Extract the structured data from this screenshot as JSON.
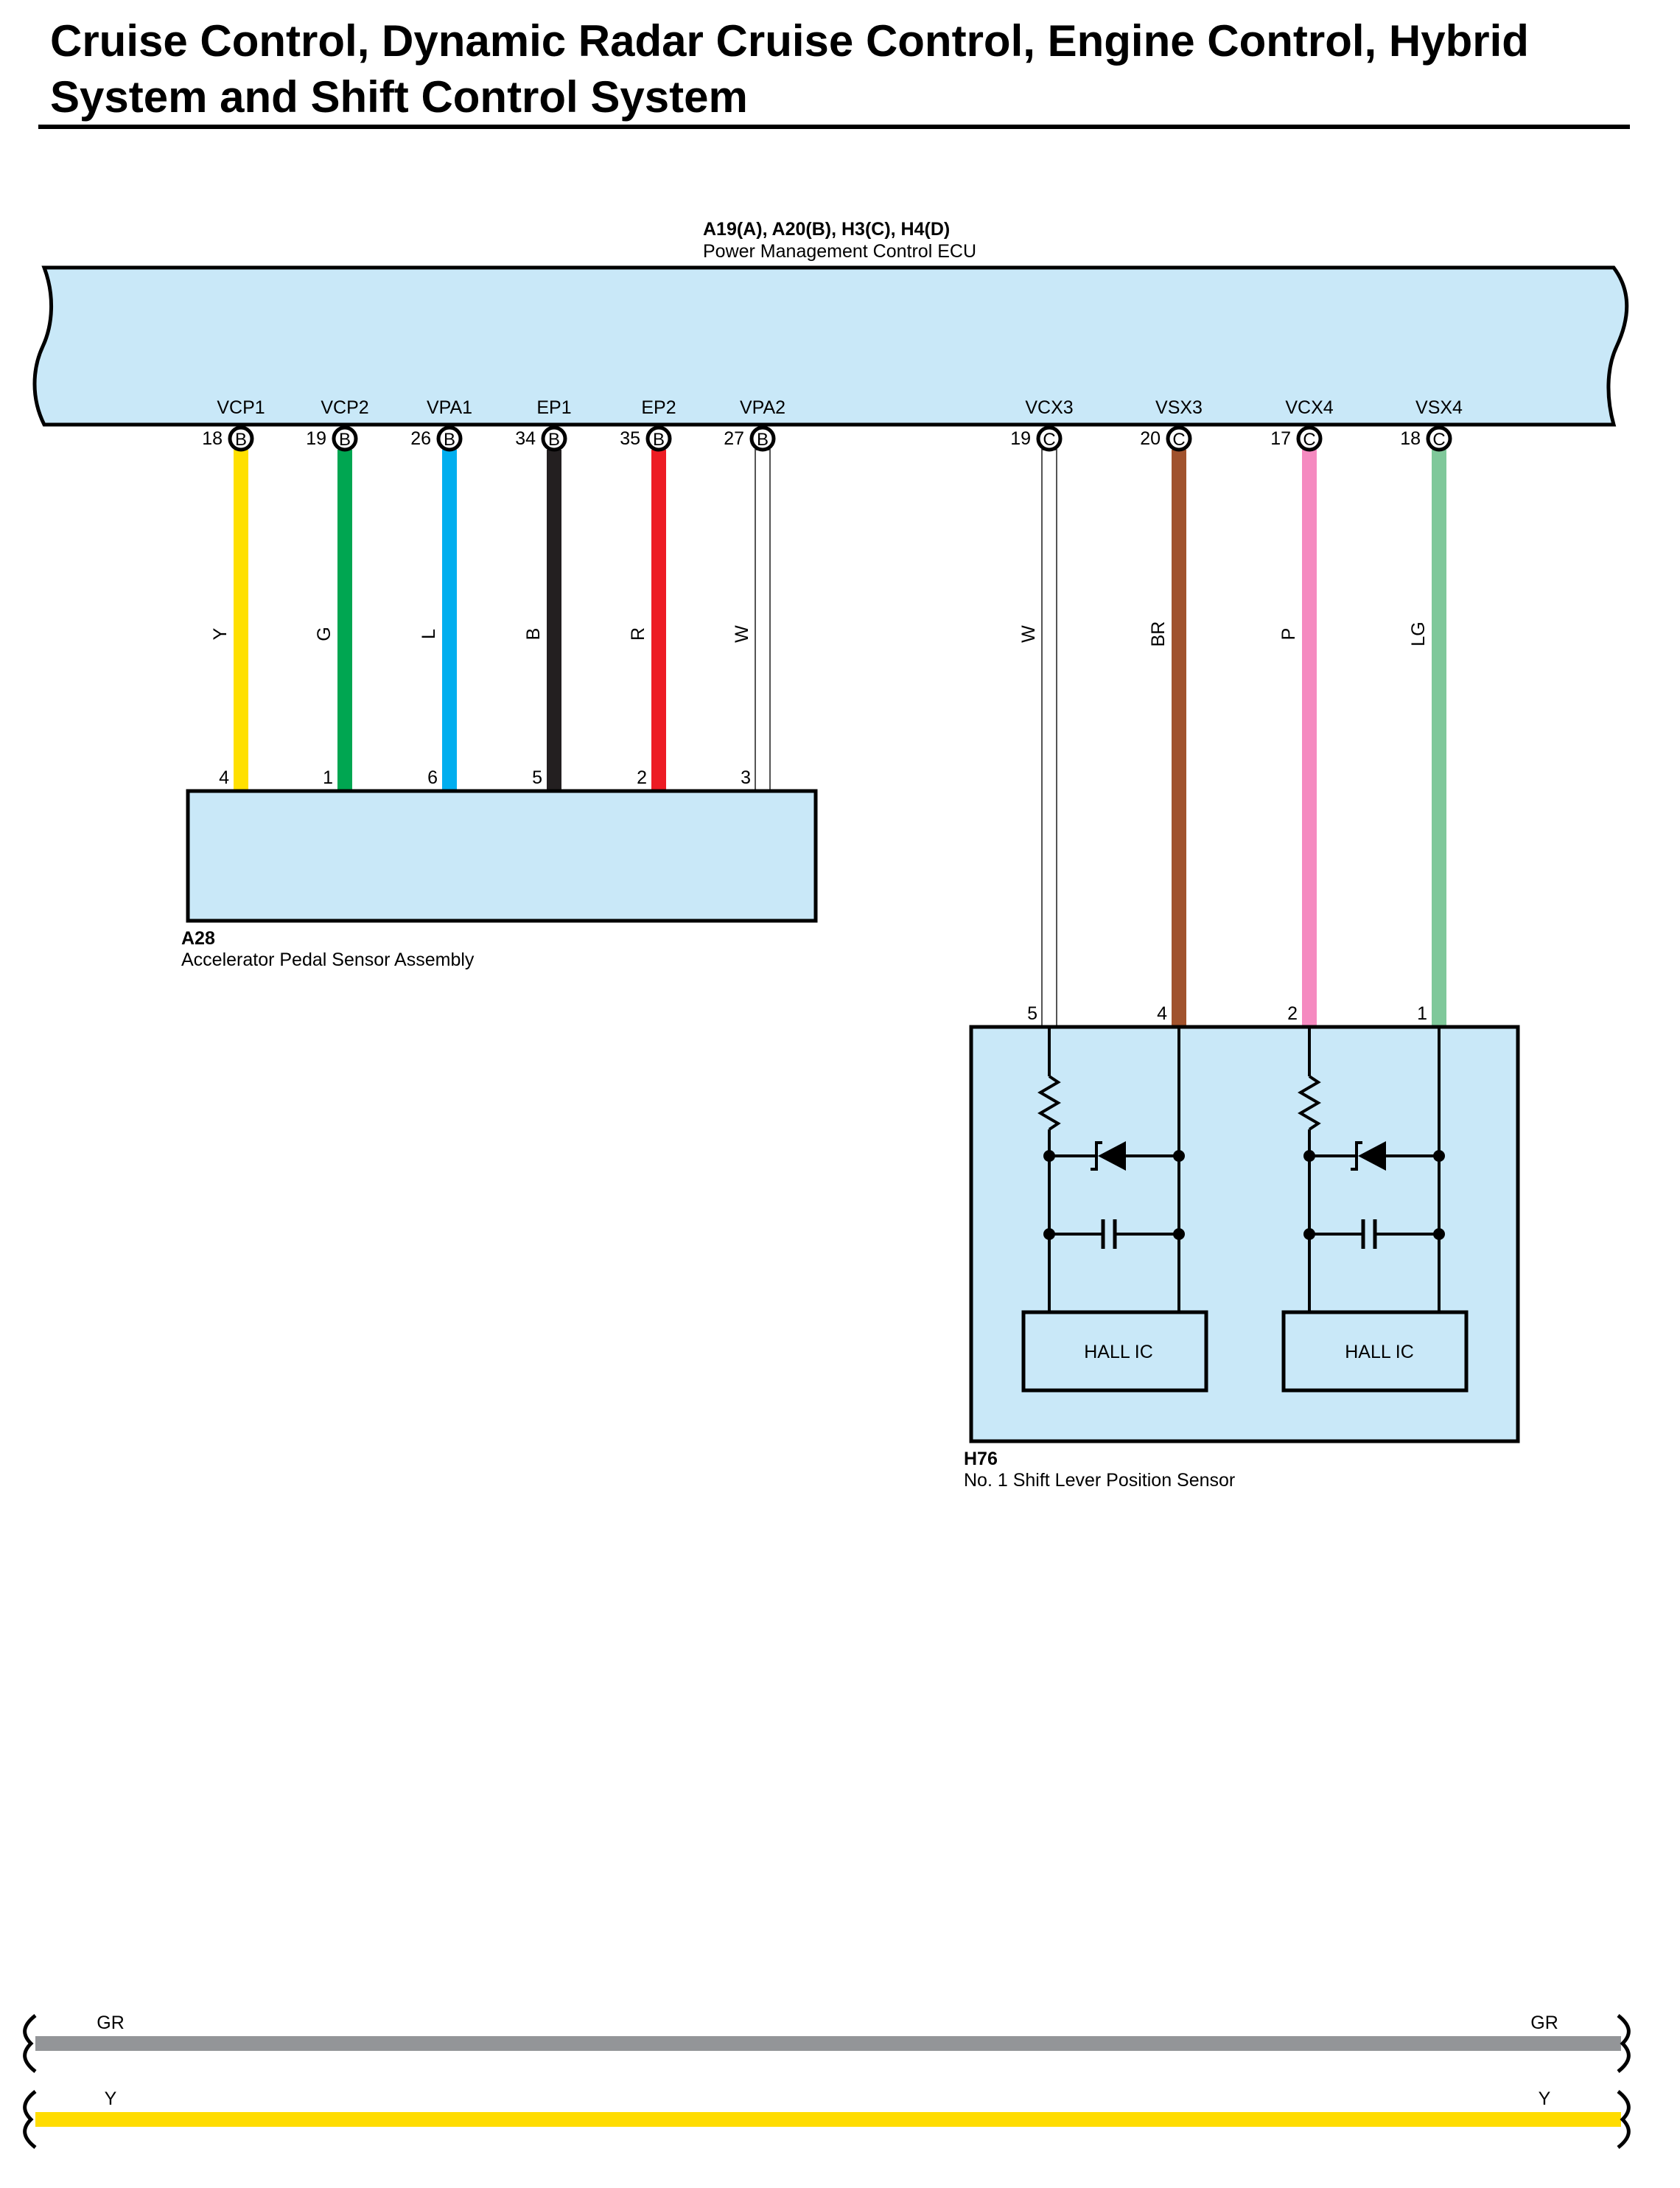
{
  "title": {
    "line1": "Cruise Control, Dynamic Radar Cruise Control, Engine Control, Hybrid",
    "line2": "System and Shift Control System"
  },
  "ecu": {
    "connectors": "A19(A), A20(B), H3(C), H4(D)",
    "name": "Power Management Control ECU",
    "fill": "#c9e8f8"
  },
  "wires": [
    {
      "terminal": "VCP1",
      "pin": "18",
      "connector": "B",
      "wire_color": "Y",
      "hex": "#ffe000",
      "sensor_pin": "4",
      "sensor_terminal": "VCP1"
    },
    {
      "terminal": "VCP2",
      "pin": "19",
      "connector": "B",
      "wire_color": "G",
      "hex": "#00a651",
      "sensor_pin": "1",
      "sensor_terminal": "VCP2"
    },
    {
      "terminal": "VPA1",
      "pin": "26",
      "connector": "B",
      "wire_color": "L",
      "hex": "#00aeef",
      "sensor_pin": "6",
      "sensor_terminal": "VPA1"
    },
    {
      "terminal": "EP1",
      "pin": "34",
      "connector": "B",
      "wire_color": "B",
      "hex": "#231f20",
      "sensor_pin": "5",
      "sensor_terminal": "EP1"
    },
    {
      "terminal": "EP2",
      "pin": "35",
      "connector": "B",
      "wire_color": "R",
      "hex": "#ed1c24",
      "sensor_pin": "2",
      "sensor_terminal": "EP2"
    },
    {
      "terminal": "VPA2",
      "pin": "27",
      "connector": "B",
      "wire_color": "W",
      "hex": "#ffffff",
      "sensor_pin": "3",
      "sensor_terminal": "VPA2"
    },
    {
      "terminal": "VCX3",
      "pin": "19",
      "connector": "C",
      "wire_color": "W",
      "hex": "#ffffff",
      "sensor_pin": "5",
      "sensor_terminal": "VCX3"
    },
    {
      "terminal": "VSX3",
      "pin": "20",
      "connector": "C",
      "wire_color": "BR",
      "hex": "#a0522d",
      "sensor_pin": "4",
      "sensor_terminal": "VSX3"
    },
    {
      "terminal": "VCX4",
      "pin": "17",
      "connector": "C",
      "wire_color": "P",
      "hex": "#f58ac0",
      "sensor_pin": "2",
      "sensor_terminal": "VCX4"
    },
    {
      "terminal": "VSX4",
      "pin": "18",
      "connector": "C",
      "wire_color": "LG",
      "hex": "#7fc89a",
      "sensor_pin": "1",
      "sensor_terminal": "VSX4"
    }
  ],
  "a28": {
    "code": "A28",
    "name": "Accelerator Pedal Sensor Assembly"
  },
  "h76": {
    "code": "H76",
    "name": "No.  1 Shift Lever Position Sensor",
    "hall_ic_1": "HALL IC",
    "hall_ic_2": "HALL IC"
  },
  "continuation": [
    {
      "label": "GR",
      "hex": "#939598"
    },
    {
      "label": "Y",
      "hex": "#ffdc00"
    }
  ]
}
